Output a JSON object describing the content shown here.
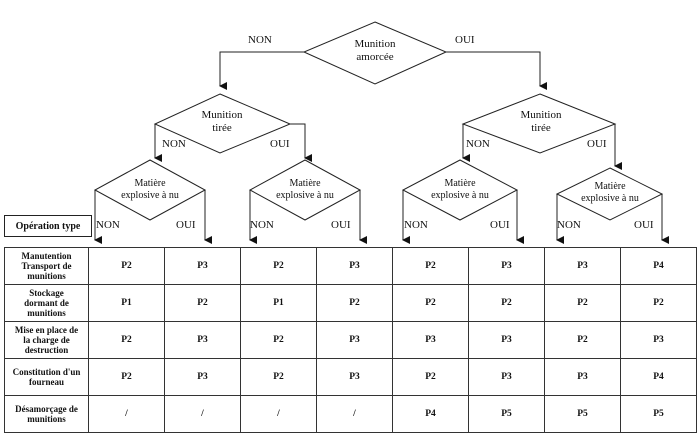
{
  "root": {
    "line1": "Munition",
    "line2": "amorcée",
    "no": "NON",
    "yes": "OUI"
  },
  "level2": [
    {
      "line1": "Munition",
      "line2": "tirée",
      "no": "NON",
      "yes": "OUI"
    },
    {
      "line1": "Munition",
      "line2": "tirée",
      "no": "NON",
      "yes": "OUI"
    }
  ],
  "level3": [
    {
      "line1": "Matière",
      "line2": "explosive à nu",
      "no": "NON",
      "yes": "OUI"
    },
    {
      "line1": "Matière",
      "line2": "explosive à nu",
      "no": "NON",
      "yes": "OUI"
    },
    {
      "line1": "Matière",
      "line2": "explosive à nu",
      "no": "NON",
      "yes": "OUI"
    },
    {
      "line1": "Matière",
      "line2": "explosive à nu",
      "no": "NON",
      "yes": "OUI"
    }
  ],
  "table": {
    "header": "Opération type",
    "rows": [
      {
        "label": [
          "Manutention",
          "Transport de",
          "munitions"
        ],
        "values": [
          "P2",
          "P3",
          "P2",
          "P3",
          "P2",
          "P3",
          "P3",
          "P4"
        ]
      },
      {
        "label": [
          "Stockage",
          "dormant de",
          "munitions"
        ],
        "values": [
          "P1",
          "P2",
          "P1",
          "P2",
          "P2",
          "P2",
          "P2",
          "P2"
        ]
      },
      {
        "label": [
          "Mise en place de",
          "la charge de",
          "destruction"
        ],
        "values": [
          "P2",
          "P3",
          "P2",
          "P3",
          "P3",
          "P3",
          "P2",
          "P3"
        ]
      },
      {
        "label": [
          "Constitution d'un",
          "fourneau"
        ],
        "values": [
          "P2",
          "P3",
          "P2",
          "P3",
          "P2",
          "P3",
          "P3",
          "P4"
        ]
      },
      {
        "label": [
          "Désamorçage de",
          "munitions"
        ],
        "values": [
          "/",
          "/",
          "/",
          "/",
          "P4",
          "P5",
          "P5",
          "P5"
        ]
      }
    ]
  }
}
